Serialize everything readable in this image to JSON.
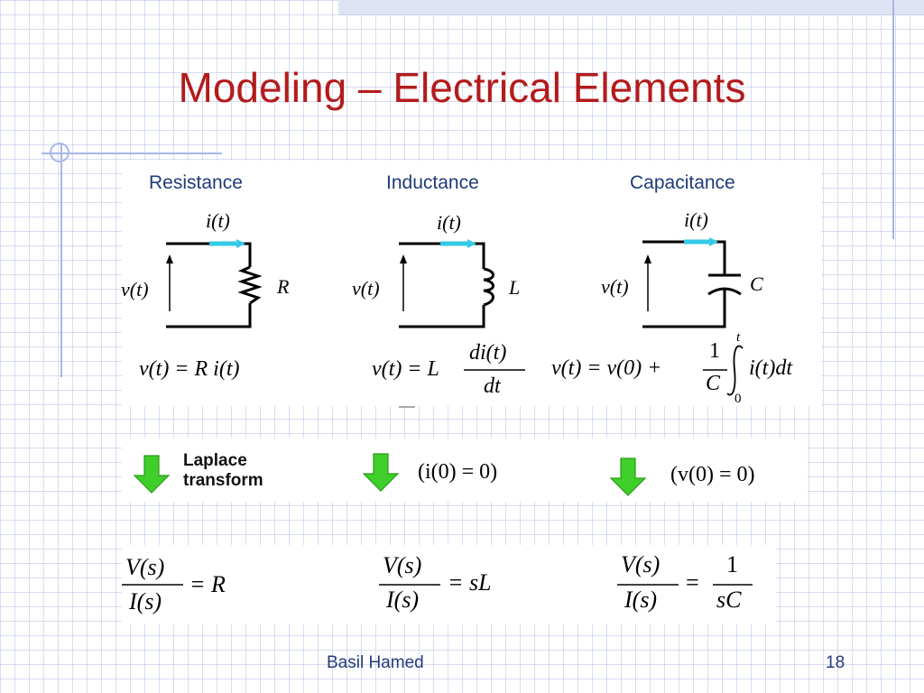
{
  "slide": {
    "title": "Modeling – Electrical Elements",
    "footer_author": "Basil Hamed",
    "page_number": "18"
  },
  "elements": [
    {
      "heading": "Resistance",
      "current_label": "i(t)",
      "voltage_label": "v(t)",
      "component_label": "R",
      "time_equation": "v(t) = R i(t)",
      "laplace_left_num": "V(s)",
      "laplace_left_den": "I(s)",
      "laplace_right": "= R"
    },
    {
      "heading": "Inductance",
      "current_label": "i(t)",
      "voltage_label": "v(t)",
      "component_label": "L",
      "time_equation_lhs": "v(t) = L",
      "time_equation_num": "di(t)",
      "time_equation_den": "dt",
      "condition": "(i(0) = 0)",
      "laplace_left_num": "V(s)",
      "laplace_left_den": "I(s)",
      "laplace_right": "= sL"
    },
    {
      "heading": "Capacitance",
      "current_label": "i(t)",
      "voltage_label": "v(t)",
      "component_label": "C",
      "time_equation_lhs": "v(t) = v(0) +",
      "time_equation_frac_num": "1",
      "time_equation_frac_den": "C",
      "integral_upper": "t",
      "integral_lower": "0",
      "integrand": "i(t)dt",
      "condition": "(v(0) = 0)",
      "laplace_left_num": "V(s)",
      "laplace_left_den": "I(s)",
      "laplace_right_num": "1",
      "laplace_right_den": "sC"
    }
  ],
  "laplace_caption": {
    "line1": "Laplace",
    "line2": "transform"
  },
  "colors": {
    "title": "#b31b1b",
    "heading": "#1f3a7a",
    "current_arrow": "#33c9e8",
    "down_arrow": "#3fcf2a"
  }
}
